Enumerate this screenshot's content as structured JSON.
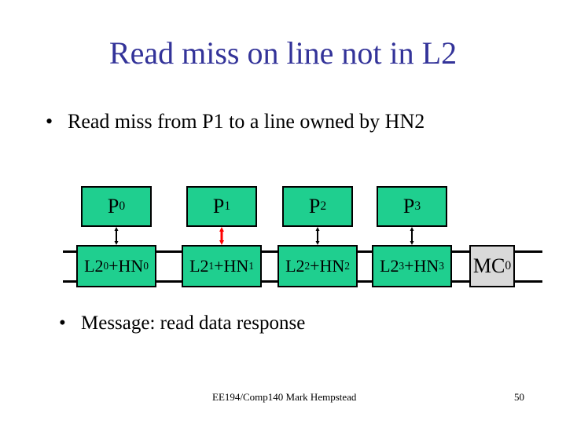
{
  "title": "Read miss on line not in L2",
  "bullets": [
    "Read miss from P1 to a line owned by HN2",
    "Message: read data response"
  ],
  "bullet_symbol": "•",
  "processors": [
    {
      "base": "P",
      "sub": "0"
    },
    {
      "base": "P",
      "sub": "1"
    },
    {
      "base": "P",
      "sub": "2"
    },
    {
      "base": "P",
      "sub": "3"
    }
  ],
  "nodes": [
    {
      "a": "L2",
      "a_sub": "0",
      "b": "+HN",
      "b_sub": "0"
    },
    {
      "a": "L2",
      "a_sub": "1",
      "b": "+HN",
      "b_sub": "1"
    },
    {
      "a": "L2",
      "a_sub": "2",
      "b": "+HN",
      "b_sub": "2"
    },
    {
      "a": "L2",
      "a_sub": "3",
      "b": "+HN",
      "b_sub": "3"
    }
  ],
  "memory_controller": {
    "base": "MC",
    "sub": "0"
  },
  "colors": {
    "title": "#333399",
    "node_fill": "#1fcf8f",
    "mc_fill": "#d9d9d9",
    "active_link": "#ff0000",
    "idle_link": "#000000"
  },
  "active_link_index": 1,
  "footer": "EE194/Comp140 Mark Hempstead",
  "page_number": "50"
}
